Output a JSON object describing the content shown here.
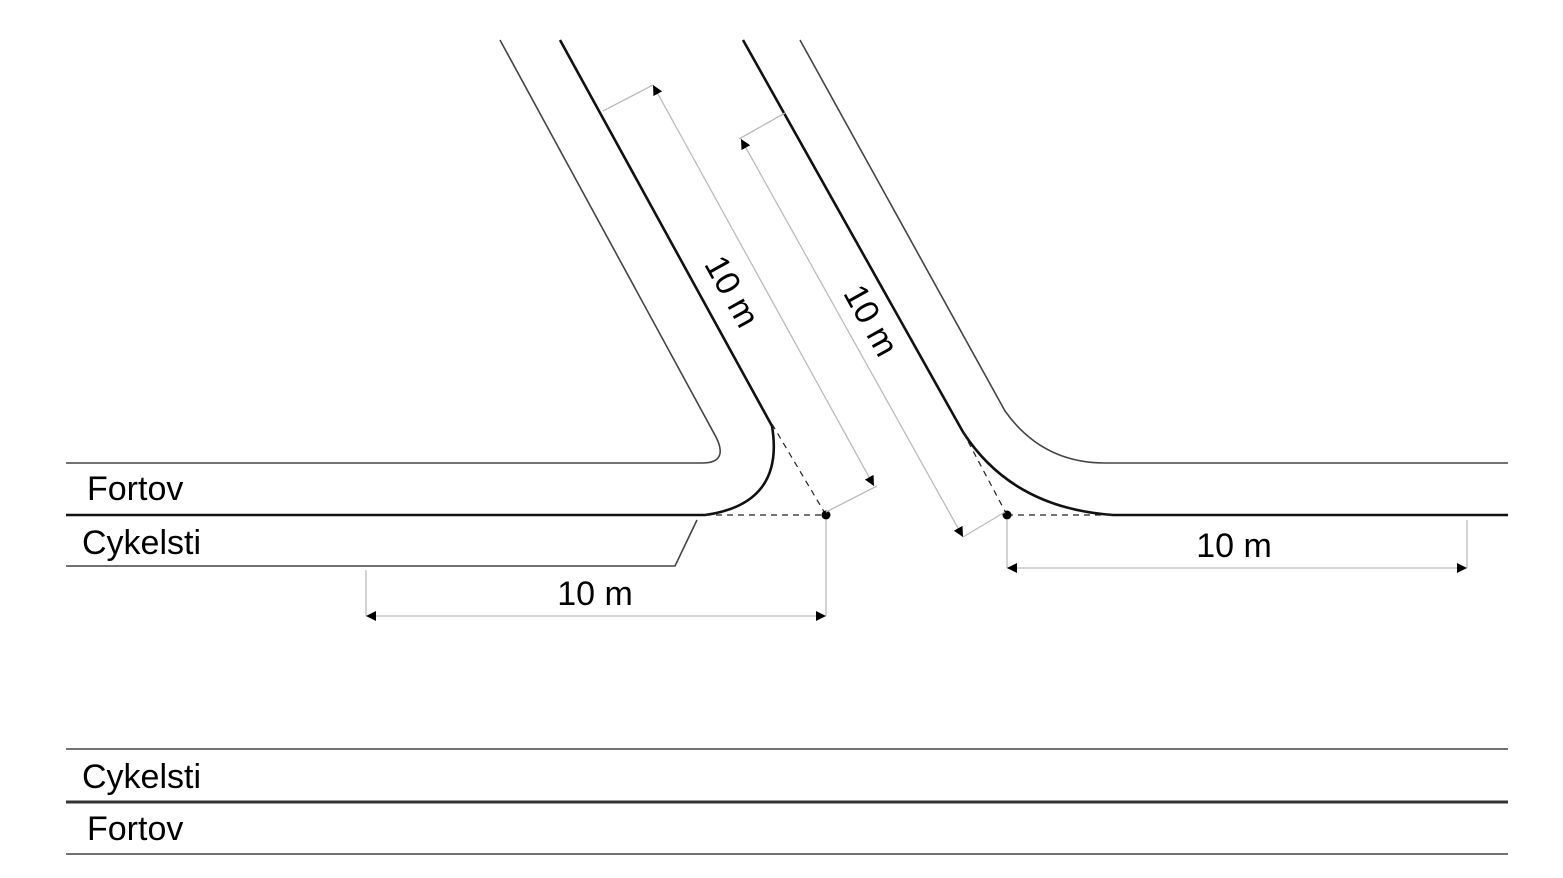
{
  "labels": {
    "upper_sidewalk": "Fortov",
    "upper_bikepath": "Cykelsti",
    "lower_bikepath": "Cykelsti",
    "lower_sidewalk": "Fortov"
  },
  "dimensions": {
    "bottom_left": "10 m",
    "bottom_right": "10 m",
    "diagonal_left": "10 m",
    "diagonal_right": "10 m"
  },
  "colors": {
    "line": "#000000",
    "dimension_line": "#bbbbbb",
    "background": "#ffffff"
  }
}
